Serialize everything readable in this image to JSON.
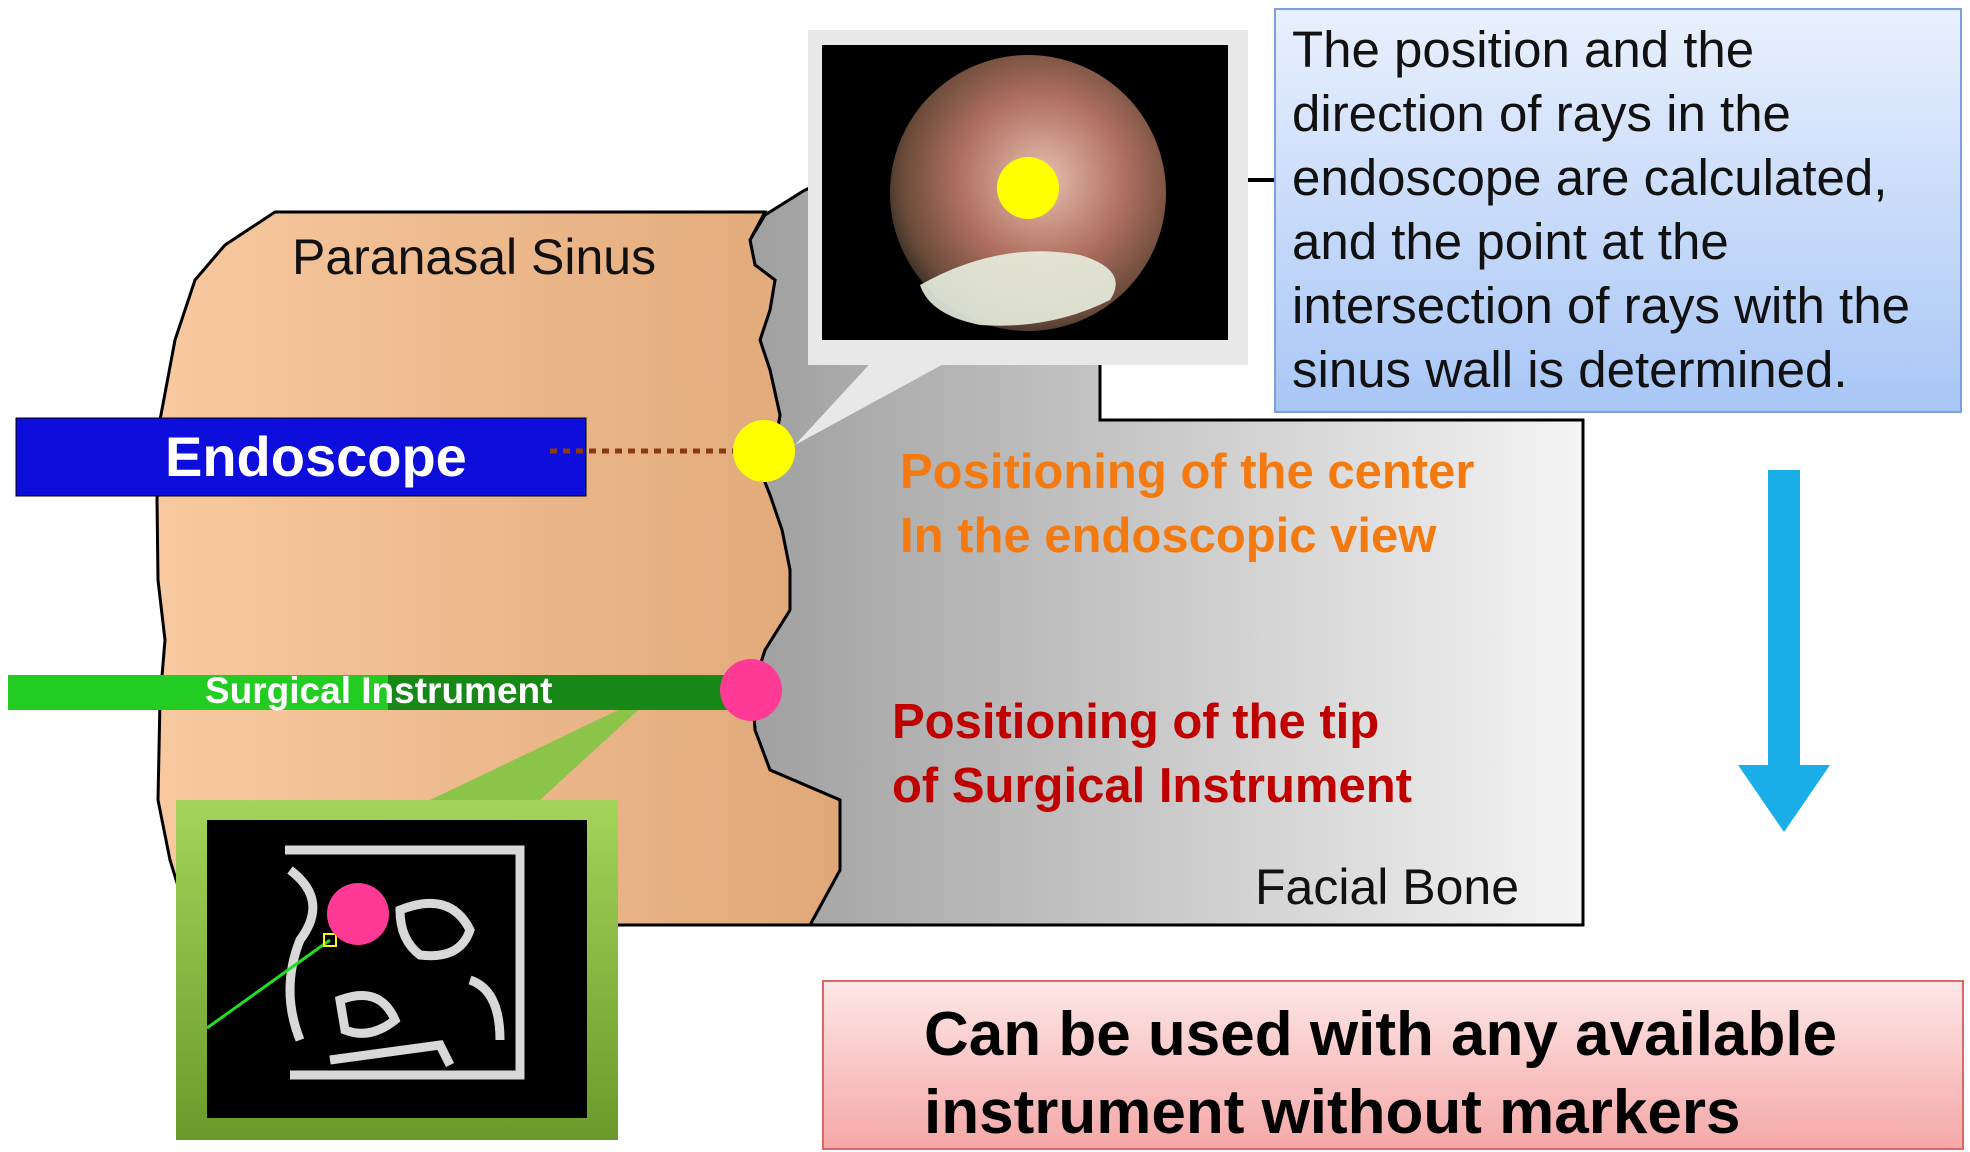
{
  "labels": {
    "sinus": "Paranasal Sinus",
    "bone": "Facial Bone",
    "endoscope": "Endoscope",
    "instrument": "Surgical Instrument",
    "center_line1": "Positioning of the center",
    "center_line2": "In the endoscopic view",
    "tip_line1": "Positioning of the tip",
    "tip_line2": "of Surgical Instrument"
  },
  "info": {
    "line1": "The position and the",
    "line2": "direction of rays in the",
    "line3": "endoscope are calculated,",
    "line4": "and the point at the",
    "line5": "intersection of rays with the",
    "line6": "sinus wall is determined."
  },
  "conclusion": {
    "line1": "Can be used with any available",
    "line2": "instrument without markers"
  },
  "colors": {
    "endoscope_bar": "#0d0ddc",
    "instrument_bar": "#22cc22",
    "center_marker": "#ffff00",
    "tip_marker": "#ff3a96",
    "center_text": "#f47a10",
    "tip_text": "#c00000",
    "arrow": "#1aaee8"
  }
}
